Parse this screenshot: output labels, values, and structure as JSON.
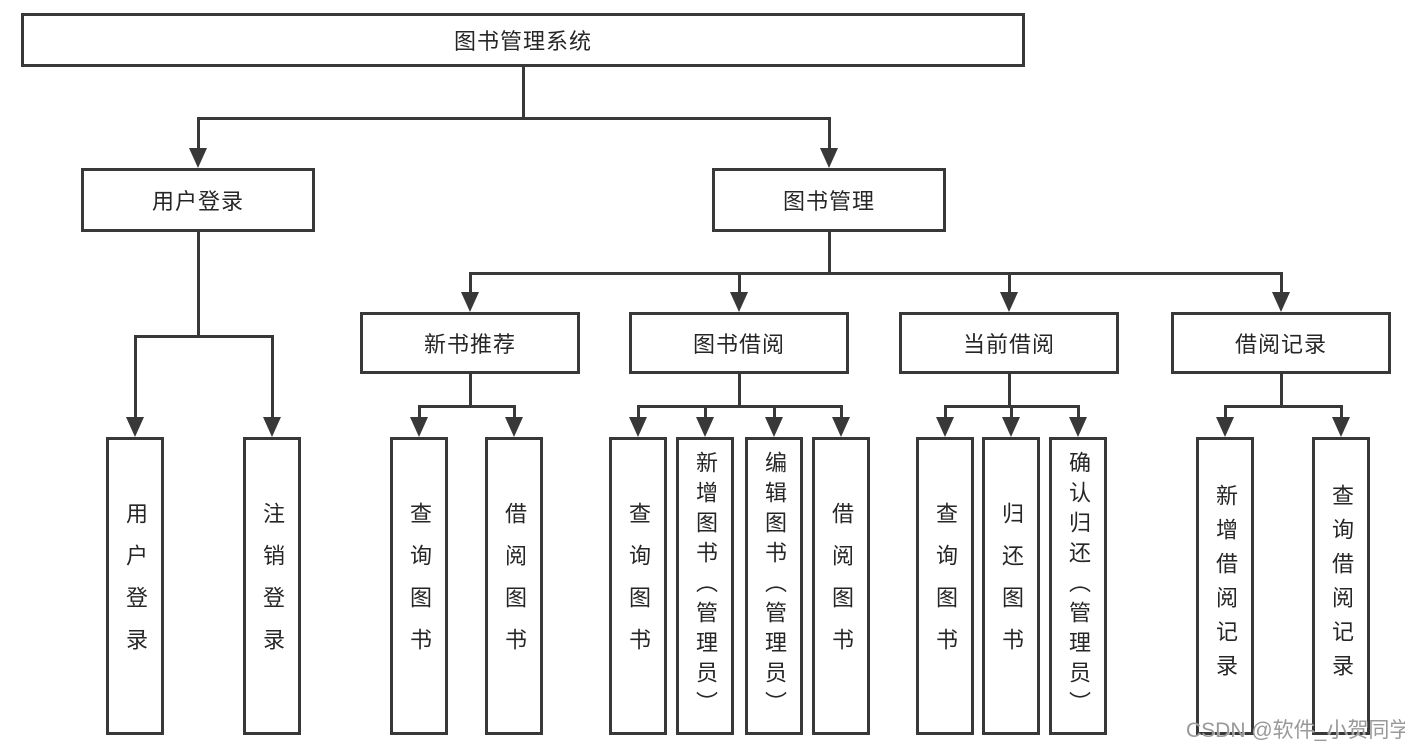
{
  "colors": {
    "border": "#383838",
    "line": "#383838",
    "text": "#262626",
    "watermark": "#999999",
    "background": "#ffffff"
  },
  "tree": {
    "label": "图书管理系统",
    "children": [
      {
        "label": "用户登录",
        "children": [
          {
            "label": "用户登录"
          },
          {
            "label": "注销登录"
          }
        ]
      },
      {
        "label": "图书管理",
        "children": [
          {
            "label": "新书推荐",
            "children": [
              {
                "label": "查询图书"
              },
              {
                "label": "借阅图书"
              }
            ]
          },
          {
            "label": "图书借阅",
            "children": [
              {
                "label": "查询图书"
              },
              {
                "label": "新增图书（管理员）"
              },
              {
                "label": "编辑图书（管理员）"
              },
              {
                "label": "借阅图书"
              }
            ]
          },
          {
            "label": "当前借阅",
            "children": [
              {
                "label": "查询图书"
              },
              {
                "label": "归还图书"
              },
              {
                "label": "确认归还（管理员）"
              }
            ]
          },
          {
            "label": "借阅记录",
            "children": [
              {
                "label": "新增借阅记录"
              },
              {
                "label": "查询借阅记录"
              }
            ]
          }
        ]
      }
    ]
  },
  "watermark": "CSDN @软件_小贺同学"
}
